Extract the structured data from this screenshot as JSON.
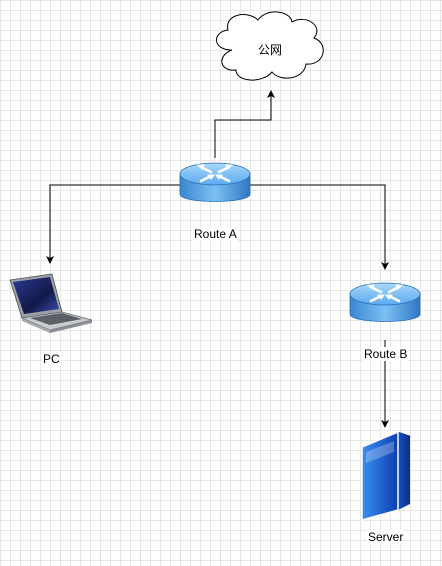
{
  "nodes": {
    "cloud": {
      "label": "公网",
      "icon": "cloud-icon"
    },
    "route_a": {
      "label": "Route A",
      "icon": "router-icon"
    },
    "route_b": {
      "label": "Route B",
      "icon": "router-icon"
    },
    "pc": {
      "label": "PC",
      "icon": "laptop-icon"
    },
    "server": {
      "label": "Server",
      "icon": "server-icon"
    }
  },
  "edges": [
    {
      "from": "Route A",
      "to": "公网"
    },
    {
      "from": "Route A",
      "to": "PC"
    },
    {
      "from": "Route A",
      "to": "Route B"
    },
    {
      "from": "Route B",
      "to": "Server"
    }
  ],
  "colors": {
    "router_blue": "#4a9ee8",
    "server_blue": "#1a63d6",
    "edge": "#000000"
  }
}
